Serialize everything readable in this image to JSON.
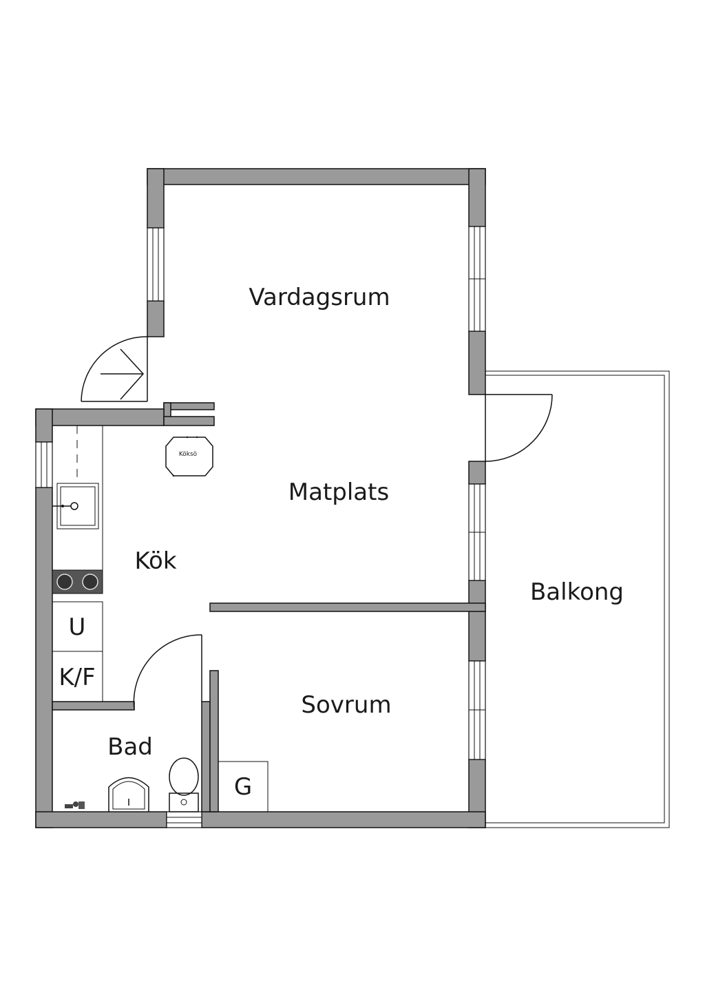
{
  "rooms": {
    "vardagsrum": "Vardagsrum",
    "matplats": "Matplats",
    "kok": "Kök",
    "balkong": "Balkong",
    "sovrum": "Sovrum",
    "bad": "Bad"
  },
  "fixtures": {
    "koksö": "Köksö",
    "u": "U",
    "kf": "K/F",
    "g": "G"
  },
  "colors": {
    "wall": "#9a9a9a",
    "line": "#111111",
    "background": "#ffffff"
  }
}
